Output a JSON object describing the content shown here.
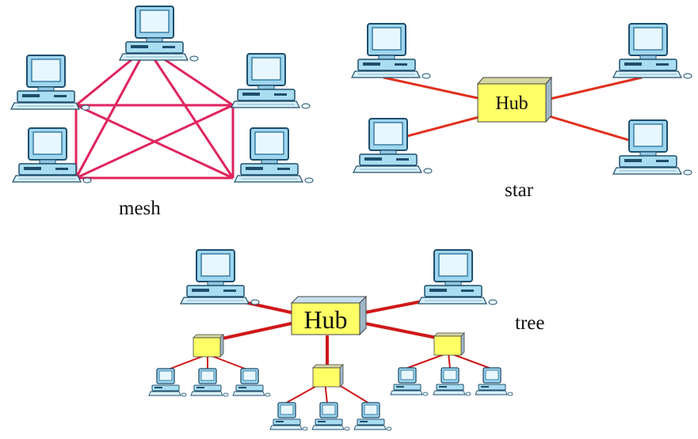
{
  "captions": {
    "mesh": "mesh",
    "star": "star",
    "tree": "tree"
  },
  "hubs": {
    "star_hub": "Hub",
    "tree_hub": "Hub"
  },
  "colors": {
    "mesh_link": "#e0245e",
    "star_link": "#e0301e",
    "tree_link": "#d01818",
    "hub_fill": "#ffff66",
    "monitor": "#bfe6ff",
    "computer_outline": "#1f4e6b"
  },
  "icons": {
    "computer": "desktop-computer-icon",
    "hub": "hub-box"
  }
}
